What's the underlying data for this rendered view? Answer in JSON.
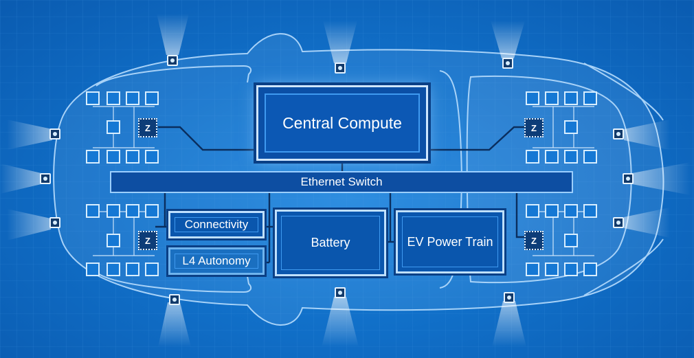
{
  "labels": {
    "central_compute": "Central Compute",
    "ethernet_switch": "Ethernet Switch",
    "connectivity": "Connectivity",
    "l4_autonomy": "L4 Autonomy",
    "battery": "Battery",
    "ev_power_train": "EV Power Train",
    "zone_marker": "Z"
  },
  "colors": {
    "background": "#1170c9",
    "module_fill": "#0a56ad",
    "module_border": "#bfe0ff",
    "highlight": "#e8f4ff"
  },
  "icons": {
    "sensor": "camera-sensor-icon",
    "zone_controller": "zone-controller-icon",
    "ecu": "ecu-chip-icon"
  }
}
